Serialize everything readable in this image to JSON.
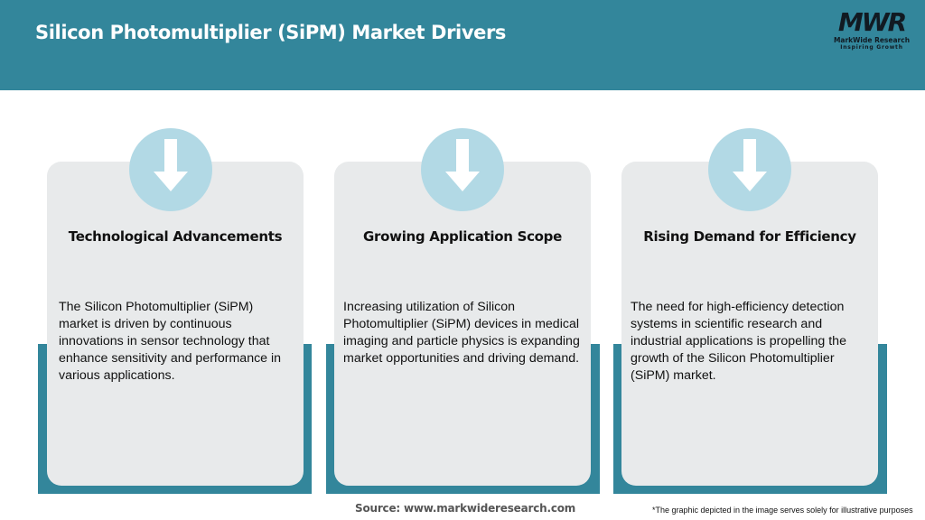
{
  "header": {
    "title": "Silicon Photomultiplier (SiPM) Market Drivers",
    "background_color": "#33869b"
  },
  "logo": {
    "mark": "MWR",
    "name": "MarkWide Research",
    "tagline": "Inspiring Growth"
  },
  "cards": [
    {
      "icon": "arrow-down-icon",
      "title": "Technological Advancements",
      "body": "The Silicon Photomultiplier (SiPM) market is driven by continuous innovations in sensor technology that enhance sensitivity and performance in various applications."
    },
    {
      "icon": "arrow-down-icon",
      "title": "Growing Application Scope",
      "body": "Increasing utilization of Silicon Photomultiplier (SiPM) devices in medical imaging and particle physics is expanding market opportunities and driving demand."
    },
    {
      "icon": "arrow-down-icon",
      "title": "Rising Demand for Efficiency",
      "body": "The need for high-efficiency detection systems in scientific research and industrial applications is propelling the growth of the Silicon Photomultiplier (SiPM) market."
    }
  ],
  "colors": {
    "accent_teal": "#33869b",
    "card_bg": "#e8eaeb",
    "icon_circle": "#b2d9e5"
  },
  "footer": {
    "source": "Source: www.markwideresearch.com",
    "disclaimer": "*The graphic depicted in the image serves solely for illustrative purposes"
  }
}
